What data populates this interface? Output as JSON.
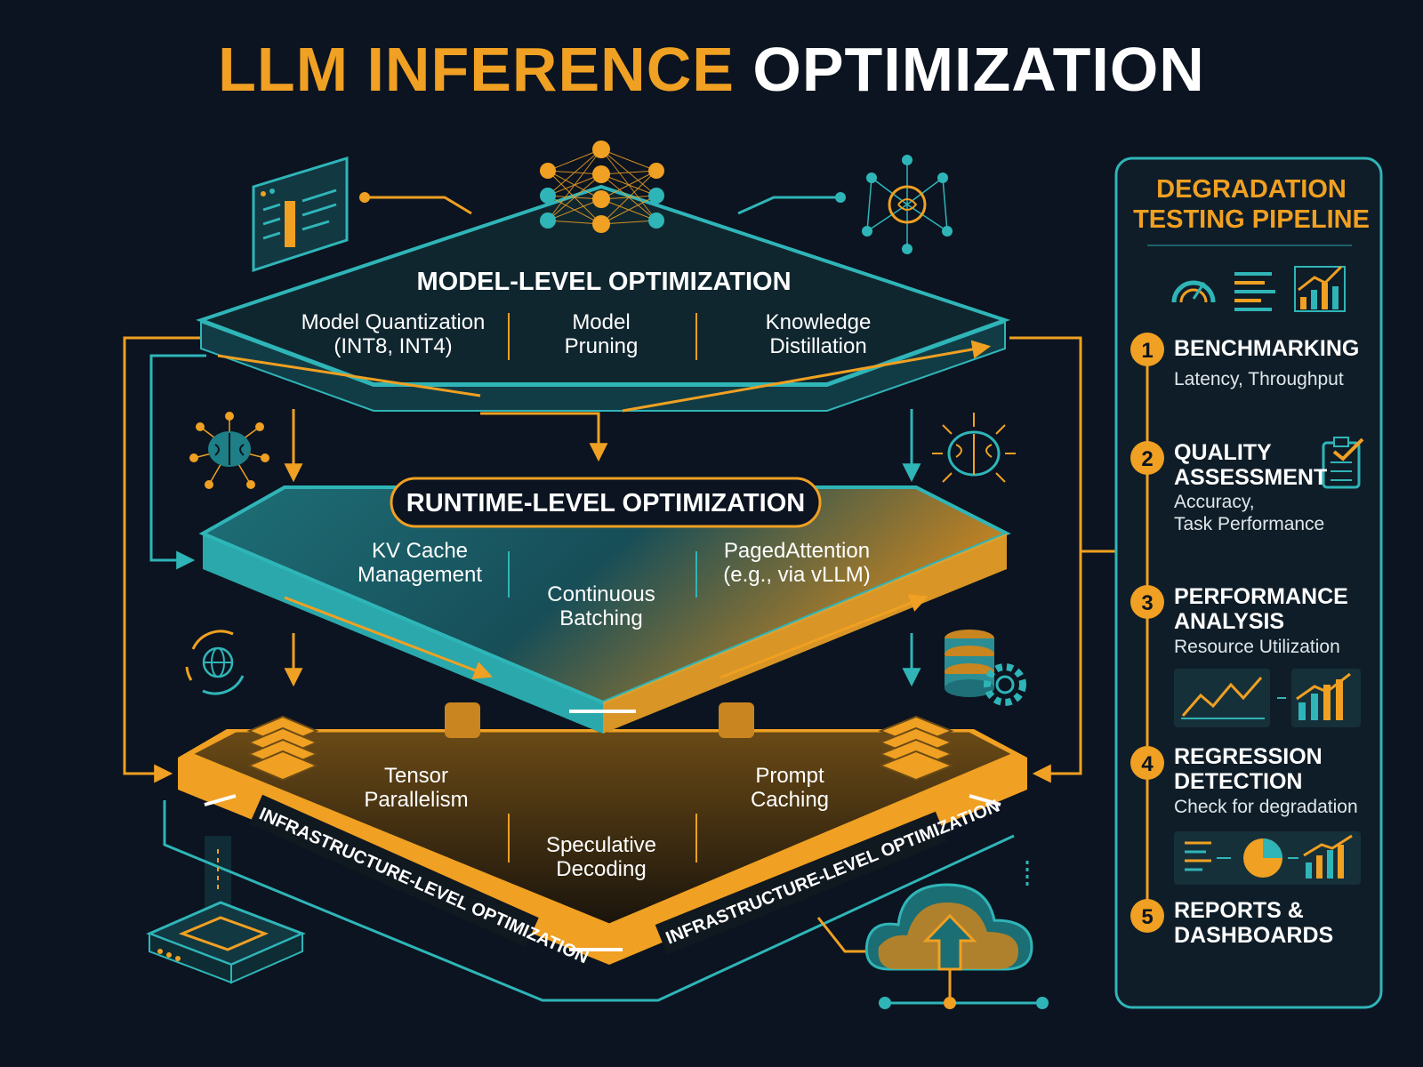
{
  "title": {
    "part1": "LLM INFERENCE",
    "part2": "OPTIMIZATION"
  },
  "model_layer": {
    "title": "MODEL-LEVEL OPTIMIZATION",
    "items": [
      {
        "line1": "Model Quantization",
        "line2": "(INT8, INT4)"
      },
      {
        "line1": "Model",
        "line2": "Pruning"
      },
      {
        "line1": "Knowledge",
        "line2": "Distillation"
      }
    ]
  },
  "runtime_layer": {
    "title": "RUNTIME-LEVEL OPTIMIZATION",
    "items": [
      {
        "line1": "KV Cache",
        "line2": "Management"
      },
      {
        "line1": "Continuous",
        "line2": "Batching"
      },
      {
        "line1": "PagedAttention",
        "line2": "(e.g., via vLLM)"
      }
    ]
  },
  "infra_layer": {
    "label_left": "INFRASTRUCTURE-LEVEL OPTIMIZATION",
    "label_right": "INFRASTRUCTURE-LEVEL OPTIMIZATION",
    "items": [
      {
        "line1": "Tensor",
        "line2": "Parallelism"
      },
      {
        "line1": "Speculative",
        "line2": "Decoding"
      },
      {
        "line1": "Prompt",
        "line2": "Caching"
      }
    ]
  },
  "pipeline": {
    "title_line1": "DEGRADATION",
    "title_line2": "TESTING PIPELINE",
    "steps": [
      {
        "number": "1",
        "title_lines": [
          "BENCHMARKING"
        ],
        "subtitle_lines": [
          "Latency, Throughput"
        ]
      },
      {
        "number": "2",
        "title_lines": [
          "QUALITY",
          "ASSESSMENT"
        ],
        "subtitle_lines": [
          "Accuracy,",
          "Task Performance"
        ]
      },
      {
        "number": "3",
        "title_lines": [
          "PERFORMANCE",
          "ANALYSIS"
        ],
        "subtitle_lines": [
          "Resource Utilization"
        ]
      },
      {
        "number": "4",
        "title_lines": [
          "REGRESSION",
          "DETECTION"
        ],
        "subtitle_lines": [
          "Check for degradation"
        ]
      },
      {
        "number": "5",
        "title_lines": [
          "REPORTS &",
          "DASHBOARDS"
        ],
        "subtitle_lines": []
      }
    ]
  },
  "icons": [
    "code-window-icon",
    "neural-network-icon",
    "brain-network-icon",
    "brain-circuit-icon",
    "brain-arrows-icon",
    "globe-sync-icon",
    "database-gear-icon",
    "server-stack-icon",
    "gpu-chip-icon",
    "cloud-upload-icon",
    "speedometer-icon",
    "bar-list-icon",
    "growth-chart-icon",
    "checklist-icon",
    "line-chart-icon",
    "pie-chart-icon"
  ],
  "colors": {
    "background": "#0b1420",
    "teal": "#2fb5b8",
    "orange": "#f0a022",
    "white": "#ffffff"
  }
}
